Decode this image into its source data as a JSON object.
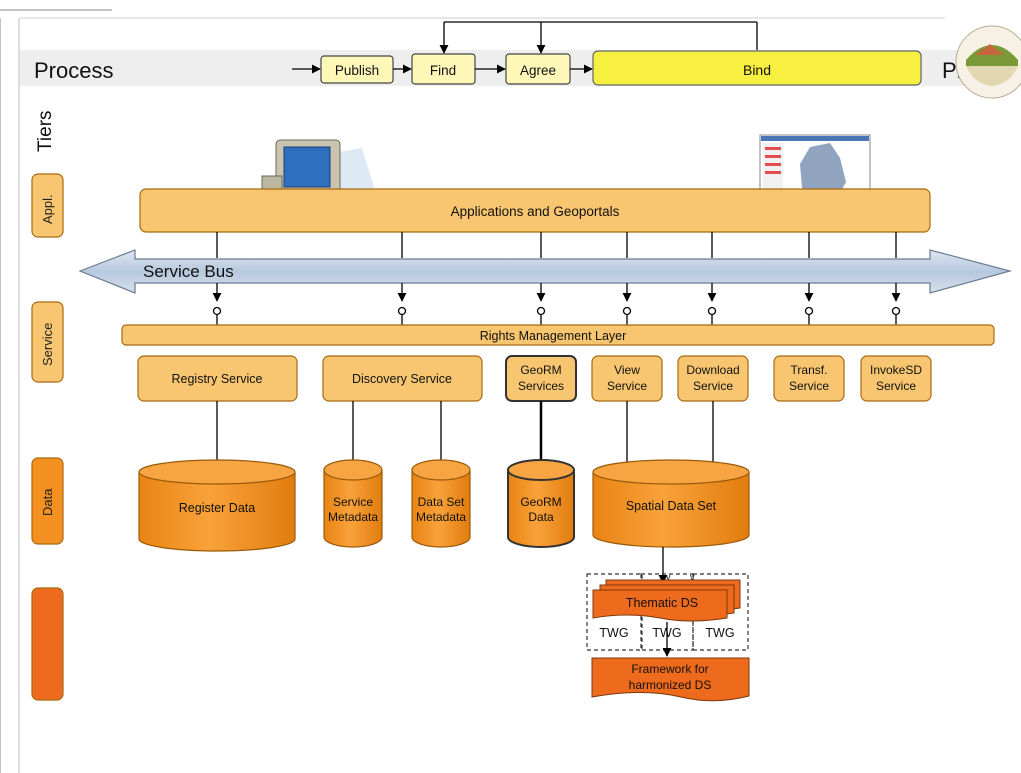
{
  "header": {
    "process": "Process",
    "phases": "Phases"
  },
  "process_steps": [
    "Publish",
    "Find",
    "Agree",
    "Bind"
  ],
  "tiers": {
    "title": "Tiers",
    "items": [
      "Appl.",
      "Service",
      "Data",
      ""
    ]
  },
  "applications_bar": "Applications and Geoportals",
  "service_bus": "Service Bus",
  "rights_layer": "Rights Management Layer",
  "services": [
    [
      "Registry Service"
    ],
    [
      "Discovery Service"
    ],
    [
      "GeoRM",
      "Services"
    ],
    [
      "View",
      "Service"
    ],
    [
      "Download",
      "Service"
    ],
    [
      "Transf.",
      "Service"
    ],
    [
      "InvokeSD",
      "Service"
    ]
  ],
  "data_stores": [
    [
      "Register Data"
    ],
    [
      "Service",
      "Metadata"
    ],
    [
      "Data Set",
      "Metadata"
    ],
    [
      "GeoRM",
      "Data"
    ],
    [
      "Spatial Data Set"
    ]
  ],
  "thematic": "Thematic DS",
  "twg": [
    "TWG",
    "TWG",
    "TWG"
  ],
  "framework": [
    "Framework for",
    "harmonized DS"
  ],
  "colors": {
    "orange_light": "#f8c670",
    "orange_border": "#a86a10",
    "orange_dark": "#f39020",
    "orange_deep": "#ee6a1c",
    "yellow": "#f8f040",
    "yellow_pale": "#fdf8b8",
    "bus": "#c6d4e6"
  }
}
